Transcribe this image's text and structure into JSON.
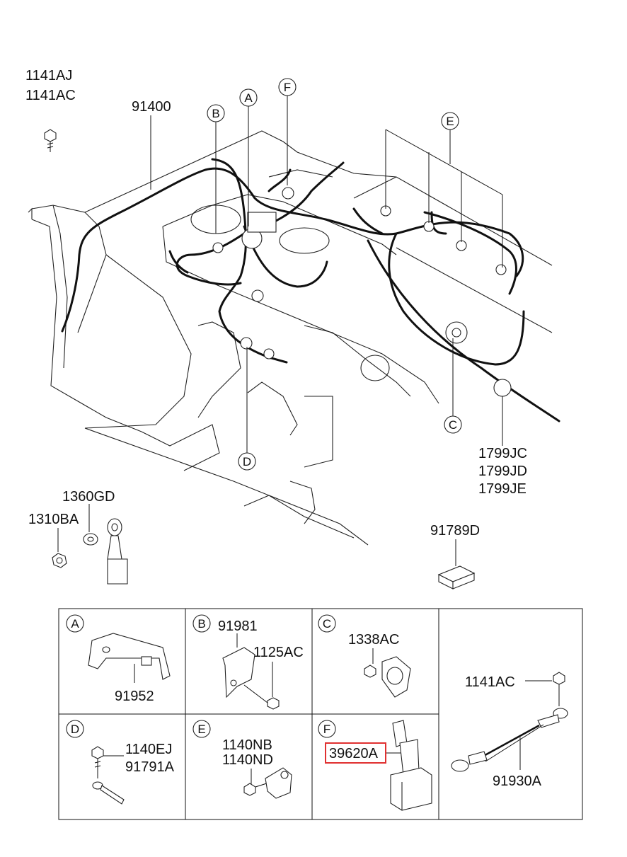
{
  "main_labels": {
    "p1141aj": "1141AJ",
    "p1141ac": "1141AC",
    "p91400": "91400",
    "p1799jc": "1799JC",
    "p1799jd": "1799JD",
    "p1799je": "1799JE",
    "p1360gd": "1360GD",
    "p1310ba": "1310BA",
    "p91789d": "91789D"
  },
  "callouts": [
    "A",
    "B",
    "C",
    "D",
    "E",
    "F"
  ],
  "detail_cells": [
    {
      "letter": "A",
      "parts": [
        "91952"
      ]
    },
    {
      "letter": "B",
      "parts": [
        "91981",
        "1125AC"
      ]
    },
    {
      "letter": "C",
      "parts": [
        "1338AC"
      ]
    },
    {
      "letter": "D",
      "parts": [
        "1140EJ",
        "91791A"
      ]
    },
    {
      "letter": "E",
      "parts": [
        "1140NB",
        "1140ND"
      ]
    },
    {
      "letter": "F",
      "parts": [
        "39620A"
      ],
      "highlighted": "39620A"
    },
    {
      "letter": "",
      "parts": [
        "1141AC",
        "91930A"
      ]
    }
  ],
  "highlight_color": "#e03030"
}
